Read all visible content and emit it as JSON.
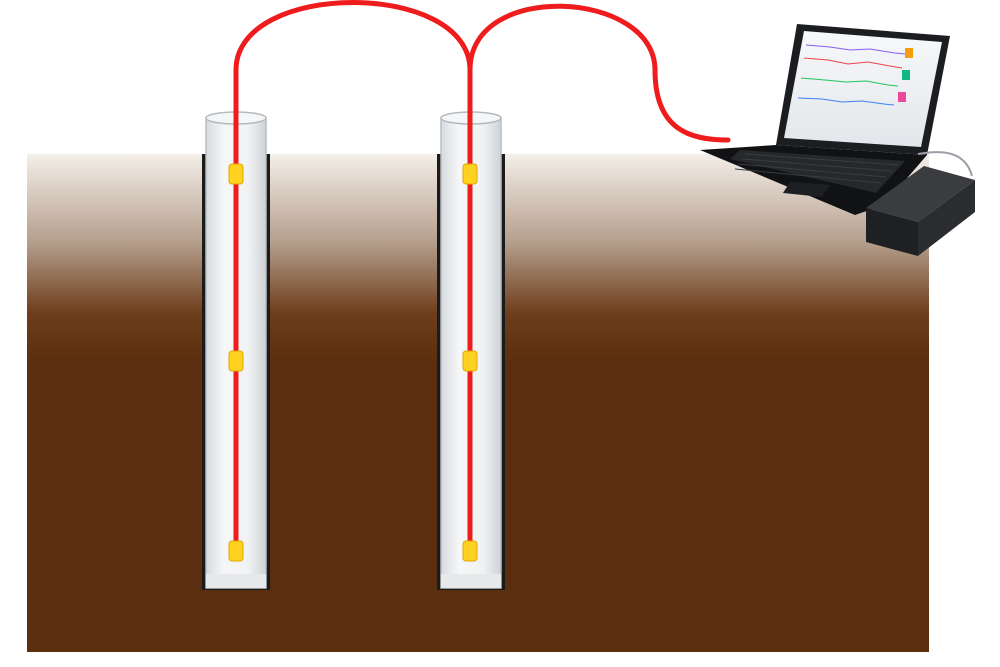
{
  "diagram": {
    "soil": {
      "top_color": "#f2ece6",
      "mid_color": "#a58c79",
      "bottom_color": "#5a2e0e"
    },
    "cable_color": "#ee1c1c",
    "sensor_color": "#ffd21f",
    "casing_color": "#e9ecee",
    "boreholes": [
      {
        "name": "borehole-left",
        "sensors": 3
      },
      {
        "name": "borehole-right",
        "sensors": 3
      }
    ],
    "icons": {
      "laptop": "laptop-icon",
      "data_logger": "data-logger-icon"
    }
  }
}
